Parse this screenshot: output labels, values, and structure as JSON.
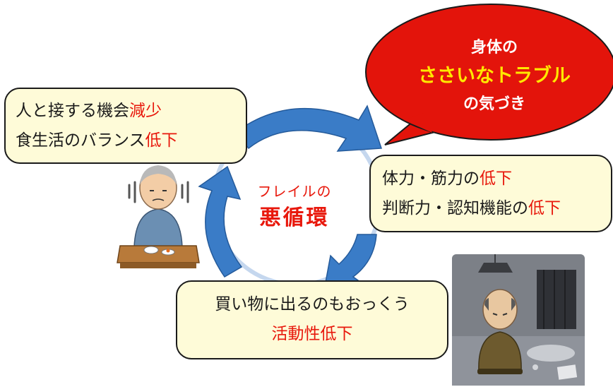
{
  "cycle": {
    "label_line1": "フレイルの",
    "label_line2": "悪循環"
  },
  "box_top_left": {
    "line1_prefix": "人と接する機会",
    "line1_red": "減少",
    "line2_prefix": "食生活のバランス",
    "line2_red": "低下"
  },
  "box_right": {
    "line1_prefix": "体力・筋力の",
    "line1_red": "低下",
    "line2_prefix": "判断力・認知機能の",
    "line2_red": "低下"
  },
  "box_bottom": {
    "line1": "買い物に出るのもおっくう",
    "line2_red": "活動性低下"
  },
  "speech_bubble": {
    "line1": "身体の",
    "line2": "ささいなトラブル",
    "line3": "の気づき"
  },
  "colors": {
    "bubble_fill": "#e3140b",
    "bubble_highlight": "#ffe800",
    "box_fill": "#fefbd8",
    "arrow_blue": "#3a7cc7",
    "emphasis_red": "#e8180c"
  }
}
